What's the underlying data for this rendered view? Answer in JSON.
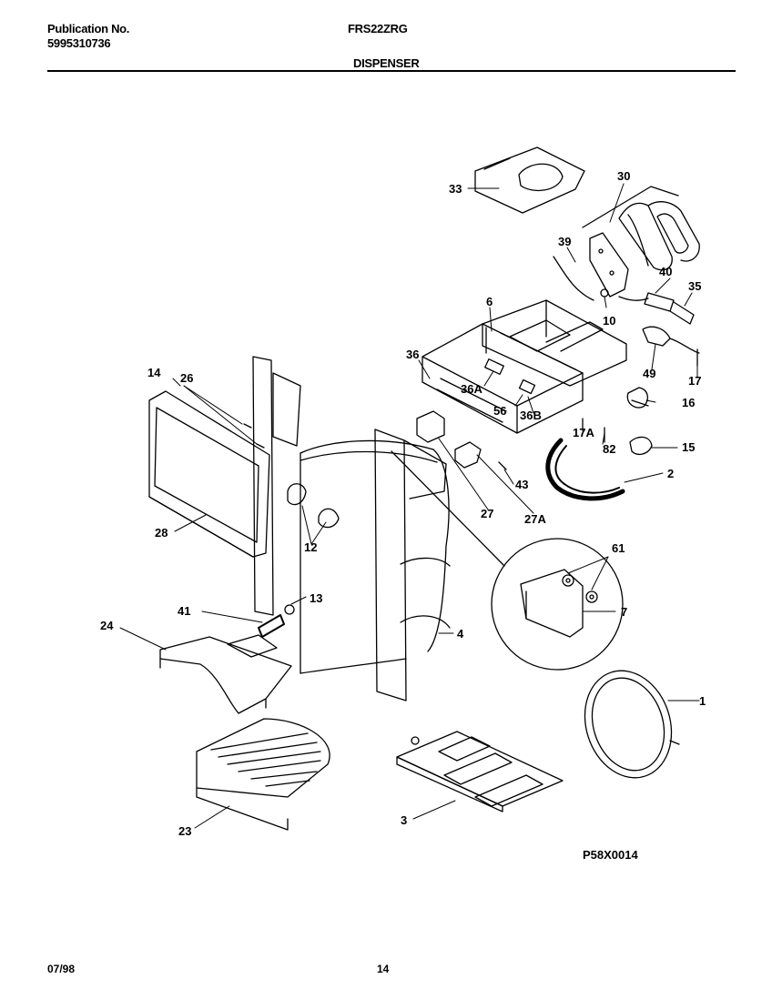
{
  "header": {
    "publication_label": "Publication No.",
    "publication_number": "5995310736",
    "model": "FRS22ZRG",
    "section": "DISPENSER"
  },
  "diagram_code": "P58X0014",
  "footer": {
    "date": "07/98",
    "page": "14"
  },
  "callouts": {
    "c33": "33",
    "c30": "30",
    "c39": "39",
    "c40": "40",
    "c35": "35",
    "c6": "6",
    "c10": "10",
    "c36": "36",
    "c36A": "36A",
    "c56": "56",
    "c36B": "36B",
    "c49": "49",
    "c17": "17",
    "c16": "16",
    "c17A": "17A",
    "c82": "82",
    "c15": "15",
    "c14": "14",
    "c26": "26",
    "c43": "43",
    "c2": "2",
    "c27": "27",
    "c27A": "27A",
    "c28": "28",
    "c12": "12",
    "c61": "61",
    "c7": "7",
    "c41": "41",
    "c13": "13",
    "c24": "24",
    "c4": "4",
    "c1": "1",
    "c23": "23",
    "c3": "3"
  }
}
